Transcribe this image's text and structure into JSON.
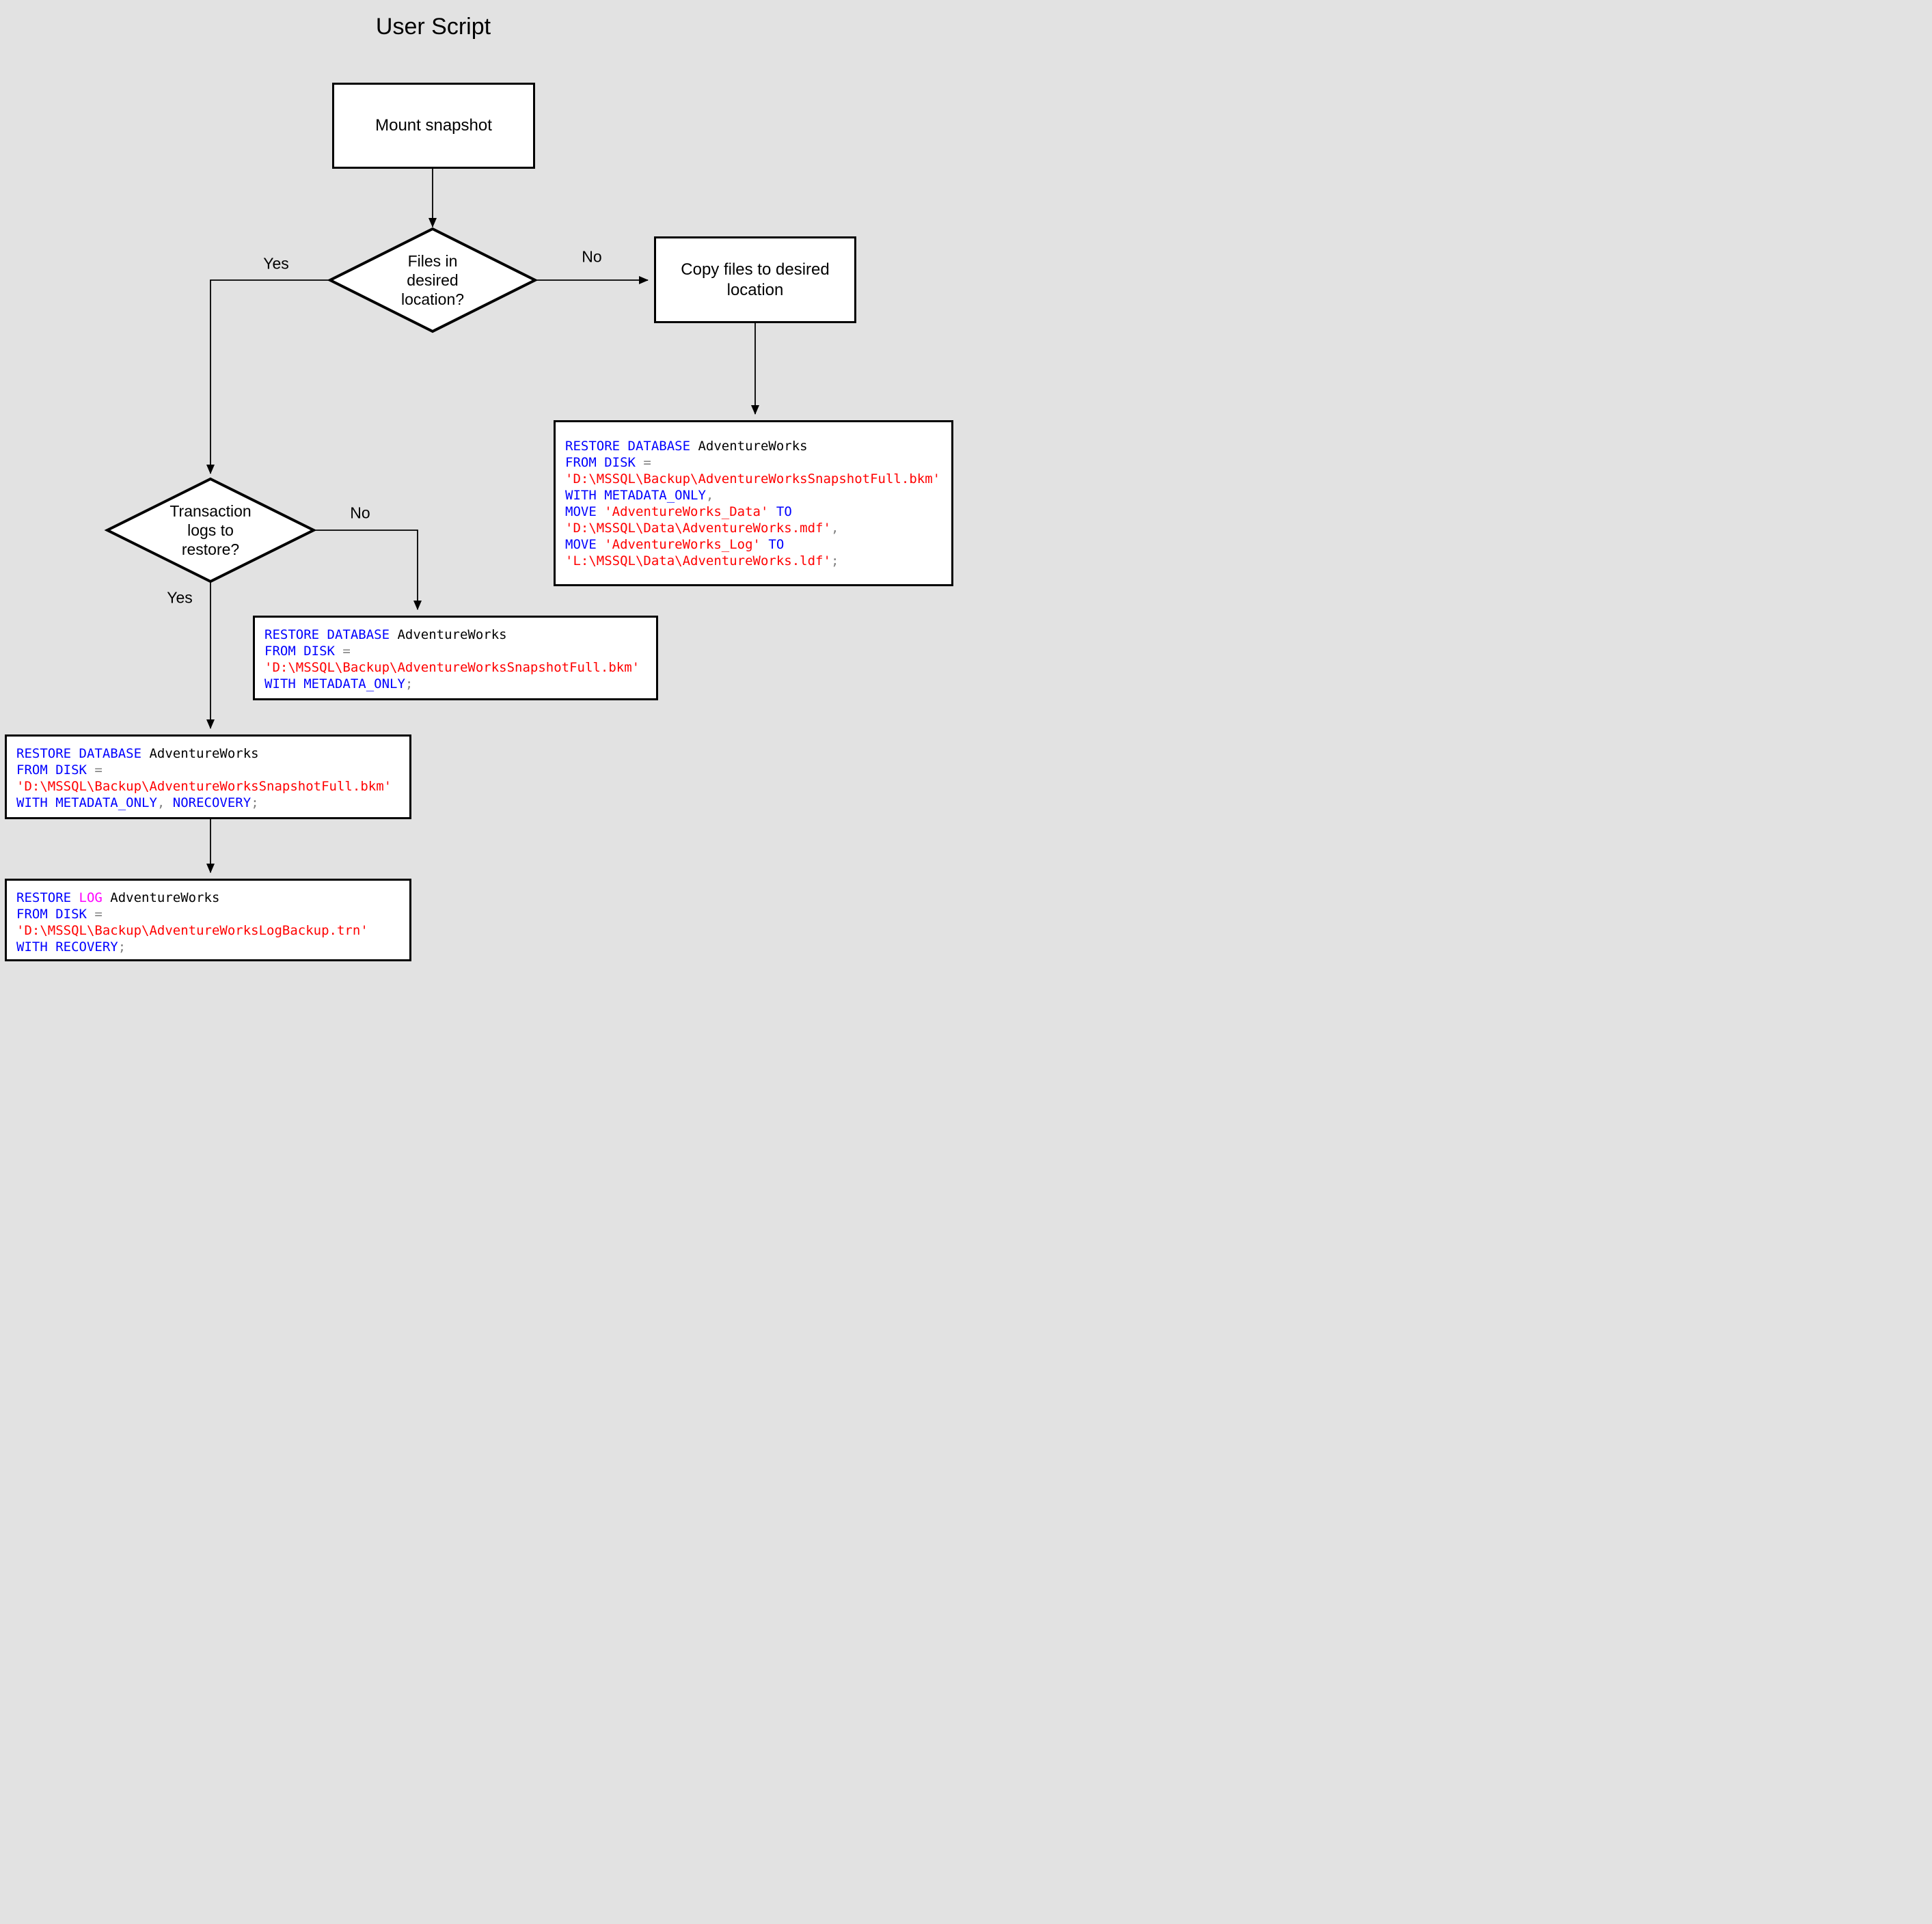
{
  "title": "User Script",
  "colors": {
    "background": "#E2E2E2",
    "node_fill": "#FFFFFF",
    "node_border": "#000000",
    "sql_keyword": "#0000FF",
    "sql_string": "#FF0000",
    "sql_operator": "#808080",
    "sql_identifier": "#000000",
    "sql_log_keyword": "#FF00FF"
  },
  "nodes": {
    "mount_snapshot": {
      "type": "process",
      "label": "Mount snapshot"
    },
    "files_decision": {
      "type": "decision",
      "label": "Files in\ndesired\nlocation?"
    },
    "copy_files": {
      "type": "process",
      "label": "Copy files to desired location"
    },
    "logs_decision": {
      "type": "decision",
      "label": "Transaction\nlogs to\nrestore?"
    }
  },
  "edge_labels": {
    "files_yes": "Yes",
    "files_no": "No",
    "logs_yes": "Yes",
    "logs_no": "No"
  },
  "code_boxes": {
    "copy_restore_move": {
      "lines": [
        [
          [
            "kw",
            "RESTORE DATABASE"
          ],
          [
            "id",
            " AdventureWorks"
          ]
        ],
        [
          [
            "kw",
            "FROM DISK"
          ],
          [
            "op",
            " ="
          ]
        ],
        [
          [
            "str",
            "'D:\\MSSQL\\Backup\\AdventureWorksSnapshotFull.bkm'"
          ]
        ],
        [
          [
            "kw",
            "WITH METADATA_ONLY"
          ],
          [
            "op",
            ","
          ]
        ],
        [
          [
            "kw",
            "MOVE"
          ],
          [
            "str",
            " 'AdventureWorks_Data'"
          ],
          [
            "kw",
            " TO"
          ]
        ],
        [
          [
            "str",
            "'D:\\MSSQL\\Data\\AdventureWorks.mdf'"
          ],
          [
            "op",
            ","
          ]
        ],
        [
          [
            "kw",
            "MOVE"
          ],
          [
            "str",
            " 'AdventureWorks_Log'"
          ],
          [
            "kw",
            " TO"
          ]
        ],
        [
          [
            "str",
            "'L:\\MSSQL\\Data\\AdventureWorks.ldf'"
          ],
          [
            "op",
            ";"
          ]
        ]
      ]
    },
    "no_logs_restore": {
      "lines": [
        [
          [
            "kw",
            "RESTORE DATABASE"
          ],
          [
            "id",
            " AdventureWorks"
          ]
        ],
        [
          [
            "kw",
            "FROM DISK"
          ],
          [
            "op",
            " ="
          ]
        ],
        [
          [
            "str",
            "'D:\\MSSQL\\Backup\\AdventureWorksSnapshotFull.bkm'"
          ]
        ],
        [
          [
            "kw",
            "WITH METADATA_ONLY"
          ],
          [
            "op",
            ";"
          ]
        ]
      ]
    },
    "yes_logs_restore_norecovery": {
      "lines": [
        [
          [
            "kw",
            "RESTORE DATABASE"
          ],
          [
            "id",
            " AdventureWorks"
          ]
        ],
        [
          [
            "kw",
            "FROM DISK"
          ],
          [
            "op",
            " ="
          ]
        ],
        [
          [
            "str",
            "'D:\\MSSQL\\Backup\\AdventureWorksSnapshotFull.bkm'"
          ]
        ],
        [
          [
            "kw",
            "WITH METADATA_ONLY"
          ],
          [
            "op",
            ","
          ],
          [
            "kw",
            " NORECOVERY"
          ],
          [
            "op",
            ";"
          ]
        ]
      ]
    },
    "restore_log_recovery": {
      "lines": [
        [
          [
            "kw",
            "RESTORE"
          ],
          [
            "log",
            " LOG"
          ],
          [
            "id",
            " AdventureWorks"
          ]
        ],
        [
          [
            "kw",
            "FROM DISK"
          ],
          [
            "op",
            " ="
          ]
        ],
        [
          [
            "str",
            "'D:\\MSSQL\\Backup\\AdventureWorksLogBackup.trn'"
          ]
        ],
        [
          [
            "kw",
            "WITH RECOVERY"
          ],
          [
            "op",
            ";"
          ]
        ]
      ]
    }
  }
}
